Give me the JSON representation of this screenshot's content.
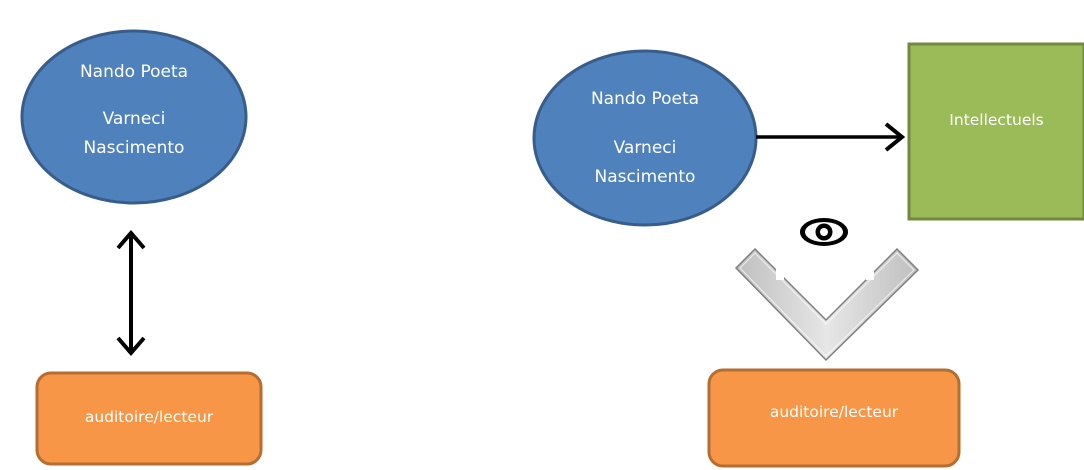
{
  "left_diagram": {
    "circle": {
      "line1": "Nando Poeta",
      "line2": "Varneci",
      "line3": "Nascimento"
    },
    "audience_box": "auditoire/lecteur"
  },
  "right_diagram": {
    "circle": {
      "line1": "Nando Poeta",
      "line2": "Varneci",
      "line3": "Nascimento"
    },
    "intellectuals_box": "Intellectuels",
    "audience_box": "auditoire/lecteur"
  },
  "colors": {
    "circle_fill": "#4f81bd",
    "circle_stroke": "#385d8a",
    "audience_fill": "#f79646",
    "audience_stroke": "#b66d31",
    "intellectuals_fill": "#9bbb59",
    "intellectuals_stroke": "#71893f"
  }
}
